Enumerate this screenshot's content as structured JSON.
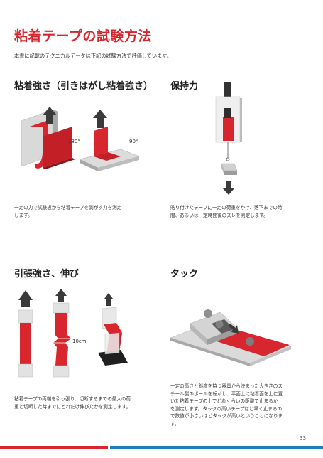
{
  "page": {
    "title": "粘着テープの試験方法",
    "intro": "本書に記載のテクニカルデータは下記の試験方法で評価しています。",
    "page_number": "33"
  },
  "colors": {
    "accent": "#d8262e",
    "footer_blue": "#1e7cc2"
  },
  "sections": {
    "peel": {
      "title": "粘着強さ（引きはがし粘着強さ）",
      "angle_180": "180°",
      "angle_90": "90°",
      "desc_line1": "一定の力で試験板から粘着テープを剥がす力を測定",
      "desc_line2": "します。"
    },
    "holding": {
      "title": "保持力",
      "desc_line1": "貼り付けたテープに一定の荷重をかけ、落下までの時",
      "desc_line2": "間、あるいは一定時間後のズレを測定します。"
    },
    "tensile": {
      "title": "引張強さ、伸び",
      "length_label": "10cm",
      "desc_line1": "粘着テープの両端を引っ張り、切断するまでの最大の荷",
      "desc_line2": "重と切断した時までにどれだけ伸びたかを測定します。"
    },
    "tack": {
      "title": "タック",
      "desc_line1": "一定の高さと斜度を持つ器具から決まった大きさのス",
      "desc_line2": "チール製のボールを転がし、平面上に粘着面を上に置",
      "desc_line3": "いた粘着テープの上でどれくらいの距離で止まるか",
      "desc_line4": "を測定します。タックの高いテープほど早く止まるの",
      "desc_line5": "で数値が小さいほどタックが高いということになりま",
      "desc_line6": "す。"
    }
  }
}
